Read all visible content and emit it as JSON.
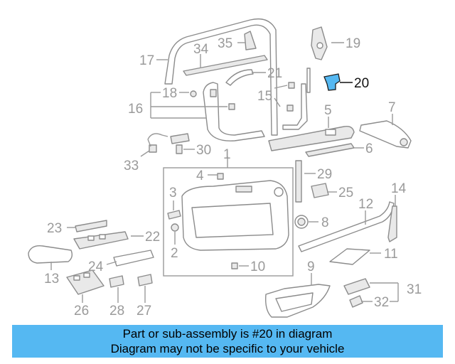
{
  "diagram": {
    "highlight_color": "#55b8f2",
    "callouts": [
      {
        "id": "c1",
        "label": "1"
      },
      {
        "id": "c2",
        "label": "2"
      },
      {
        "id": "c3",
        "label": "3"
      },
      {
        "id": "c4",
        "label": "4"
      },
      {
        "id": "c5",
        "label": "5"
      },
      {
        "id": "c6",
        "label": "6"
      },
      {
        "id": "c7",
        "label": "7"
      },
      {
        "id": "c8",
        "label": "8"
      },
      {
        "id": "c9",
        "label": "9"
      },
      {
        "id": "c10",
        "label": "10"
      },
      {
        "id": "c11",
        "label": "11"
      },
      {
        "id": "c12",
        "label": "12"
      },
      {
        "id": "c13",
        "label": "13"
      },
      {
        "id": "c14",
        "label": "14"
      },
      {
        "id": "c15",
        "label": "15"
      },
      {
        "id": "c16",
        "label": "16"
      },
      {
        "id": "c17",
        "label": "17"
      },
      {
        "id": "c18",
        "label": "18"
      },
      {
        "id": "c19",
        "label": "19"
      },
      {
        "id": "c20",
        "label": "20"
      },
      {
        "id": "c21",
        "label": "21"
      },
      {
        "id": "c22",
        "label": "22"
      },
      {
        "id": "c23",
        "label": "23"
      },
      {
        "id": "c24",
        "label": "24"
      },
      {
        "id": "c25",
        "label": "25"
      },
      {
        "id": "c26",
        "label": "26"
      },
      {
        "id": "c27",
        "label": "27"
      },
      {
        "id": "c28",
        "label": "28"
      },
      {
        "id": "c29",
        "label": "29"
      },
      {
        "id": "c30",
        "label": "30"
      },
      {
        "id": "c31",
        "label": "31"
      },
      {
        "id": "c32",
        "label": "32"
      },
      {
        "id": "c33",
        "label": "33"
      },
      {
        "id": "c34",
        "label": "34"
      },
      {
        "id": "c35",
        "label": "35"
      }
    ]
  },
  "banner": {
    "line1": "Part or sub-assembly is #20 in diagram",
    "line2": "Diagram may not be specific to your vehicle"
  }
}
